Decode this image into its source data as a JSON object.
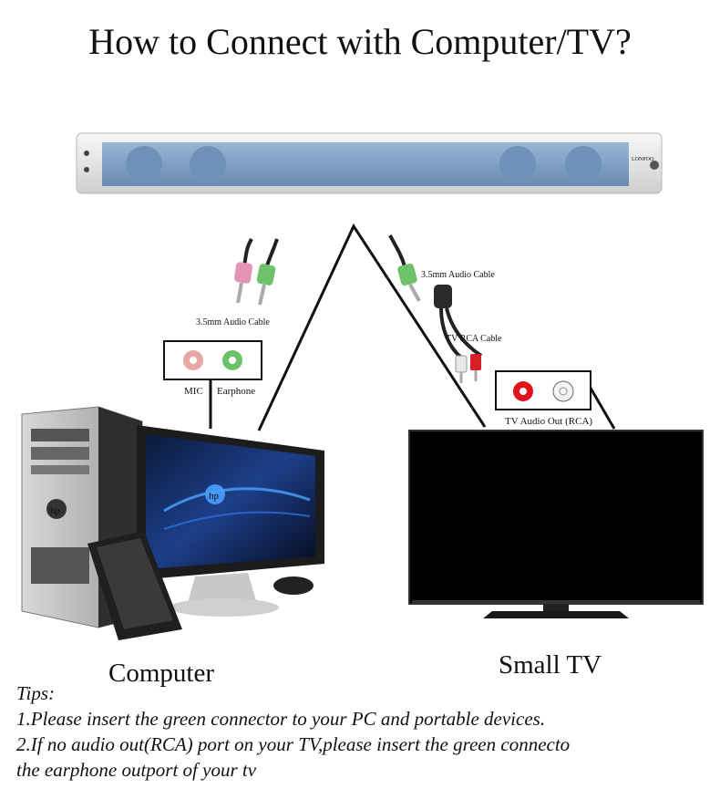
{
  "title": "How to Connect with Computer/TV?",
  "soundbar": {
    "brand": "LONPOO"
  },
  "labels": {
    "left_cable": "3.5mm Audio Cable",
    "right_cable": "3.5mm Audio Cable",
    "rca_cable": "TV RCA Cable",
    "mic": "MIC",
    "earphone": "Earphone",
    "tv_audio_out": "TV Audio Out (RCA)"
  },
  "captions": {
    "computer": "Computer",
    "tv": "Small TV"
  },
  "tips": {
    "heading": "Tips:",
    "line1": "1.Please insert the green connector to your PC and portable devices.",
    "line2": "2.If no audio out(RCA) port on your TV,please insert the green connecto",
    "line3": "the earphone outport of your tv"
  },
  "colors": {
    "speaker_blue": "#7e9fc4",
    "mic_pink": "#e8a6a6",
    "earphone_green": "#6cc06a",
    "rca_red": "#e0141c",
    "rca_white": "#f4f4f4"
  }
}
